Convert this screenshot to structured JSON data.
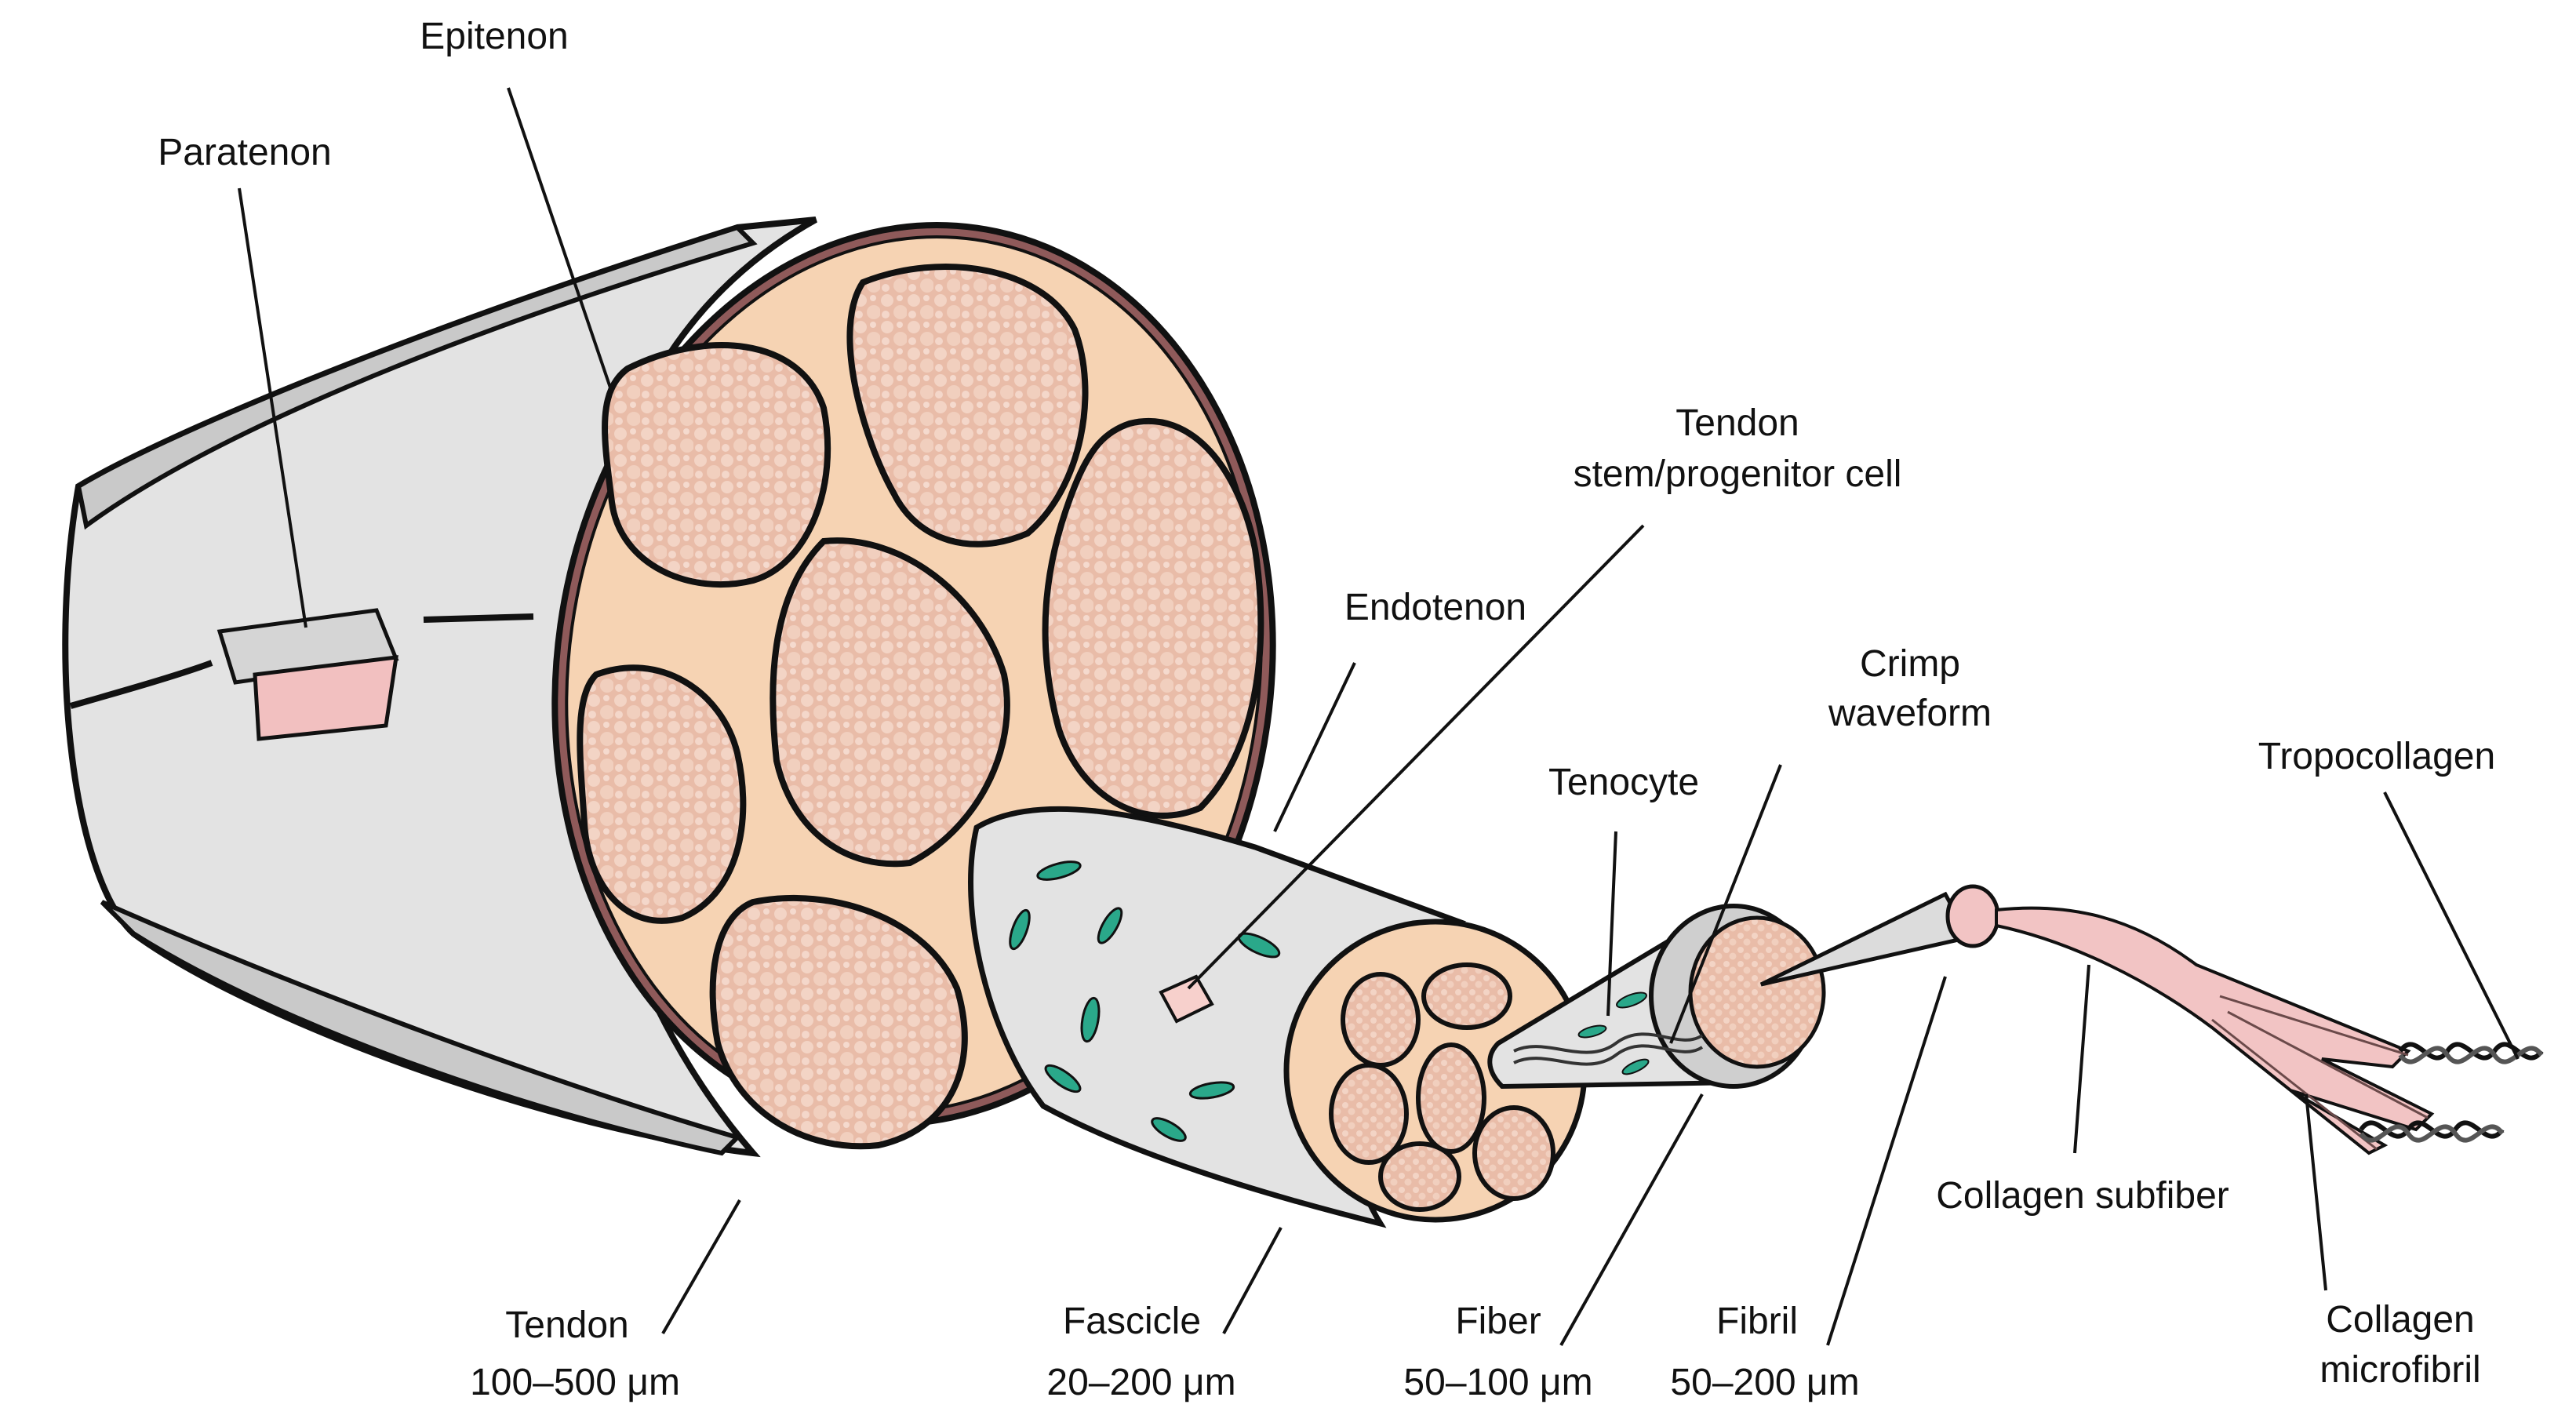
{
  "labels": {
    "epitenon": "Epitenon",
    "paratenon": "Paratenon",
    "stem_cell_line1": "Tendon",
    "stem_cell_line2": "stem/progenitor cell",
    "endotenon": "Endotenon",
    "crimp_line1": "Crimp",
    "crimp_line2": "waveform",
    "tenocyte": "Tenocyte",
    "tropocollagen": "Tropocollagen",
    "tendon_name": "Tendon",
    "tendon_size": "100–500 μm",
    "fascicle_name": "Fascicle",
    "fascicle_size": "20–200 μm",
    "fiber_name": "Fiber",
    "fiber_size": "50–100 μm",
    "fibril_name": "Fibril",
    "fibril_size": "50–200 μm",
    "subfiber": "Collagen subfiber",
    "microfibril_line1": "Collagen",
    "microfibril_line2": "microfibril"
  },
  "colors": {
    "outline": "#111111",
    "sheath": "#e3e3e3",
    "sheath_dark": "#c9c9c9",
    "epitenon": "#8f5a5a",
    "endotenon": "#f6d3b3",
    "fascicle": "#e8b9a4",
    "fascicle_texture": "#f4d6c8",
    "tenocyte": "#2aa88a",
    "stem_cell": "#e05a5a",
    "fibril_pink": "#f2c4c4"
  }
}
